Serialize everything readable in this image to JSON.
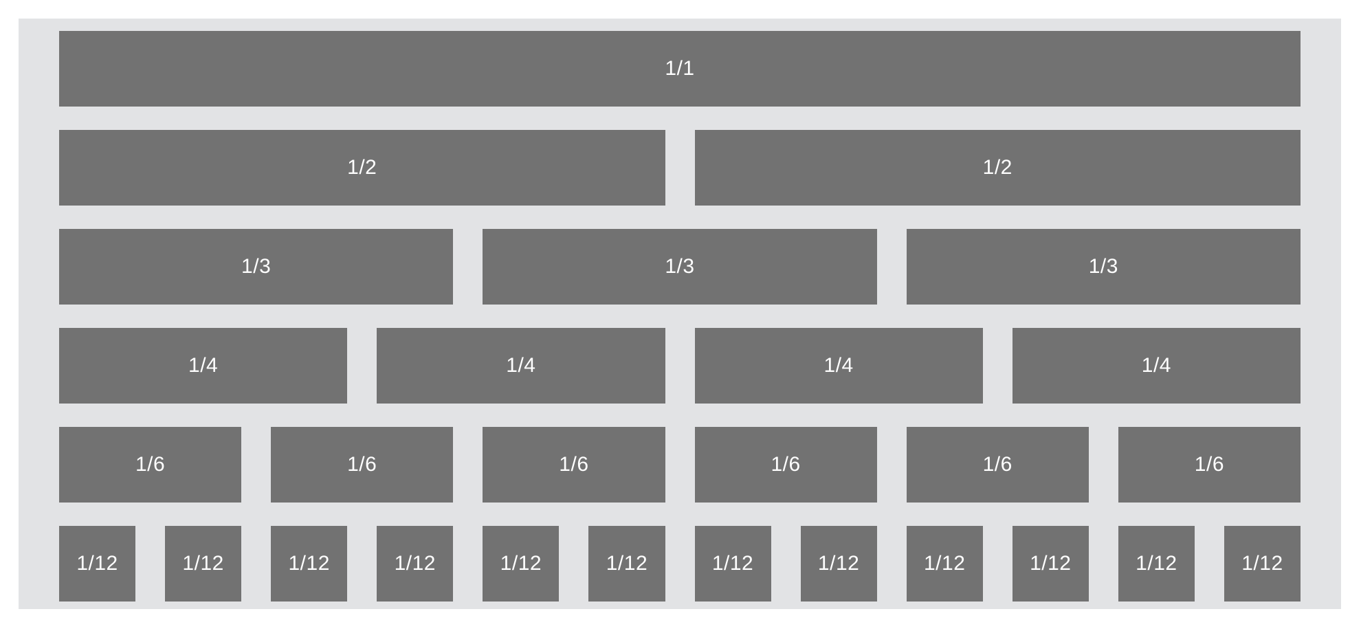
{
  "colors": {
    "page_background": "#ffffff",
    "panel_background": "#e2e3e5",
    "cell_background": "#727272",
    "cell_text": "#ffffff"
  },
  "rows": [
    {
      "label": "1/1",
      "count": 1
    },
    {
      "label": "1/2",
      "count": 2
    },
    {
      "label": "1/3",
      "count": 3
    },
    {
      "label": "1/4",
      "count": 4
    },
    {
      "label": "1/6",
      "count": 6
    },
    {
      "label": "1/12",
      "count": 12
    }
  ]
}
